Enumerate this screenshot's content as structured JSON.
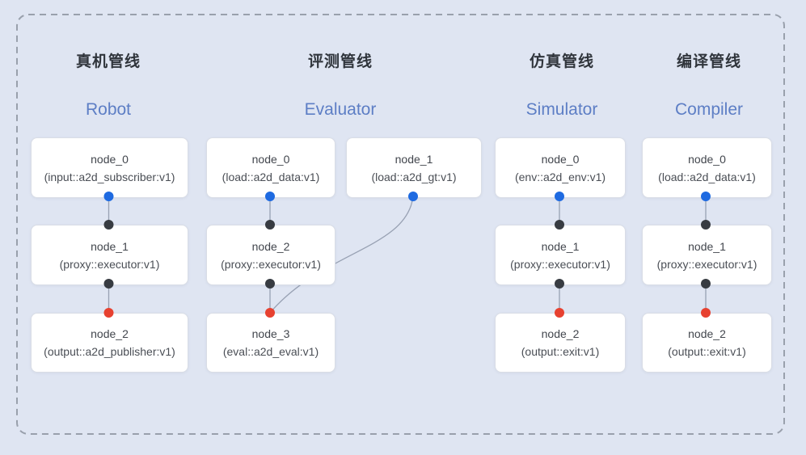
{
  "diagram": {
    "colors": {
      "background": "#dfe5f2",
      "frame_border": "#99a0ac",
      "node_background": "#ffffff",
      "node_border": "#d9dde6",
      "node_text": "#42464d",
      "title_text": "#30353c",
      "subtitle_text": "#5d7ec5",
      "edge": "#98a1b3",
      "port_blue": "#1e6ae1",
      "port_black": "#383c42",
      "port_red": "#e74130"
    },
    "pipelines": [
      {
        "title": "真机管线",
        "subtitle": "Robot",
        "nodes": [
          {
            "name": "node_0",
            "type": "(input::a2d_subscriber:v1)"
          },
          {
            "name": "node_1",
            "type": "(proxy::executor:v1)"
          },
          {
            "name": "node_2",
            "type": "(output::a2d_publisher:v1)"
          }
        ]
      },
      {
        "title": "评测管线",
        "subtitle": "Evaluator",
        "nodes": [
          {
            "name": "node_0",
            "type": "(load::a2d_data:v1)"
          },
          {
            "name": "node_1",
            "type": "(load::a2d_gt:v1)"
          },
          {
            "name": "node_2",
            "type": "(proxy::executor:v1)"
          },
          {
            "name": "node_3",
            "type": "(eval::a2d_eval:v1)"
          }
        ]
      },
      {
        "title": "仿真管线",
        "subtitle": "Simulator",
        "nodes": [
          {
            "name": "node_0",
            "type": "(env::a2d_env:v1)"
          },
          {
            "name": "node_1",
            "type": "(proxy::executor:v1)"
          },
          {
            "name": "node_2",
            "type": "(output::exit:v1)"
          }
        ]
      },
      {
        "title": "编译管线",
        "subtitle": "Compiler",
        "nodes": [
          {
            "name": "node_0",
            "type": "(load::a2d_data:v1)"
          },
          {
            "name": "node_1",
            "type": "(proxy::executor:v1)"
          },
          {
            "name": "node_2",
            "type": "(output::exit:v1)"
          }
        ]
      }
    ],
    "edges": [
      {
        "pipeline": "Robot",
        "from": "node_0",
        "to": "node_1"
      },
      {
        "pipeline": "Robot",
        "from": "node_1",
        "to": "node_2"
      },
      {
        "pipeline": "Evaluator",
        "from": "node_0",
        "to": "node_2"
      },
      {
        "pipeline": "Evaluator",
        "from": "node_1",
        "to": "node_3"
      },
      {
        "pipeline": "Evaluator",
        "from": "node_2",
        "to": "node_3"
      },
      {
        "pipeline": "Simulator",
        "from": "node_0",
        "to": "node_1"
      },
      {
        "pipeline": "Simulator",
        "from": "node_1",
        "to": "node_2"
      },
      {
        "pipeline": "Compiler",
        "from": "node_0",
        "to": "node_1"
      },
      {
        "pipeline": "Compiler",
        "from": "node_1",
        "to": "node_2"
      }
    ]
  }
}
